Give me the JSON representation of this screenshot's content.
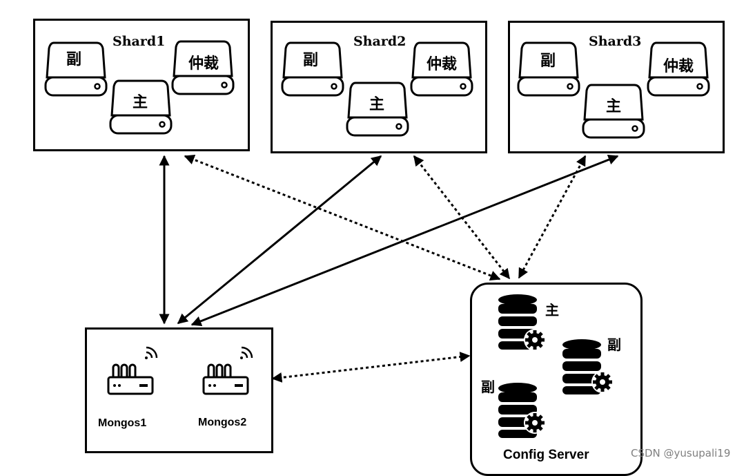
{
  "shards": [
    {
      "title": "Shard1",
      "secondary": "副",
      "primary": "主",
      "arbiter": "仲裁"
    },
    {
      "title": "Shard2",
      "secondary": "副",
      "primary": "主",
      "arbiter": "仲裁"
    },
    {
      "title": "Shard3",
      "secondary": "副",
      "primary": "主",
      "arbiter": "仲裁"
    }
  ],
  "mongos": {
    "node1": "Mongos1",
    "node2": "Mongos2"
  },
  "config_server": {
    "title": "Config Server",
    "primary": "主",
    "secondary_a": "副",
    "secondary_b": "副"
  },
  "watermark": "CSDN @yusupali19",
  "icons": [
    "disk-icon",
    "router-icon",
    "wifi-icon",
    "database-icon",
    "gear-icon"
  ]
}
